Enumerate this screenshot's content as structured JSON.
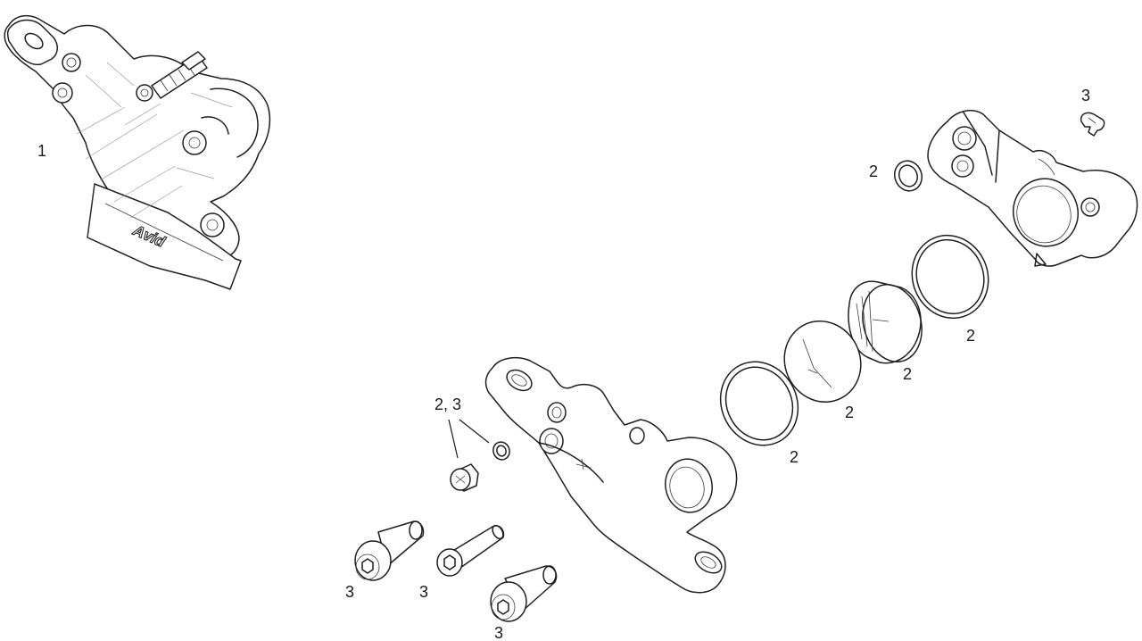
{
  "callouts": {
    "c1": "1",
    "c2_oring_top": "2",
    "c3_clip_top": "3",
    "c2_seal_outer": "2",
    "c2_piston_right": "2",
    "c2_piston_mid": "2",
    "c2_seal_inner": "2",
    "c23_bleed": "2, 3",
    "c3_bolt_left": "3",
    "c3_pin": "3",
    "c3_bolt_right": "3"
  },
  "logo": {
    "text": "Avid"
  },
  "colors": {
    "line": "#1f1f1f",
    "background": "#ffffff"
  }
}
